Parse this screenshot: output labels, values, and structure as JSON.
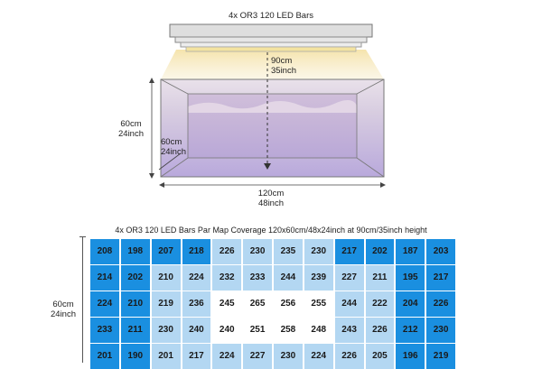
{
  "diagram": {
    "fixture_label": "4x OR3 120 LED Bars",
    "height_cm": "90cm",
    "height_in": "35inch",
    "tank_height_cm": "60cm",
    "tank_height_in": "24inch",
    "depth_cm": "60cm",
    "depth_in": "24inch",
    "width_cm": "120cm",
    "width_in": "48inch"
  },
  "par_map": {
    "title": "4x OR3 120 LED Bars Par Map Coverage 120x60cm/48x24inch at 90cm/35inch height",
    "side_label_cm": "60cm",
    "side_label_in": "24inch",
    "colors": {
      "high": "#ffffff",
      "mid": "#b3d7f2",
      "low": "#1a8fe0"
    },
    "rows": [
      [
        208,
        198,
        207,
        218,
        226,
        230,
        235,
        230,
        217,
        202,
        187,
        203
      ],
      [
        214,
        202,
        210,
        224,
        232,
        233,
        244,
        239,
        227,
        211,
        195,
        217
      ],
      [
        224,
        210,
        219,
        236,
        245,
        265,
        256,
        255,
        244,
        222,
        204,
        226
      ],
      [
        233,
        211,
        230,
        240,
        240,
        251,
        258,
        248,
        243,
        226,
        212,
        230
      ],
      [
        201,
        190,
        201,
        217,
        224,
        227,
        230,
        224,
        226,
        205,
        196,
        219
      ]
    ],
    "zones": [
      [
        "low",
        "low",
        "low",
        "low",
        "mid",
        "mid",
        "mid",
        "mid",
        "low",
        "low",
        "low",
        "low"
      ],
      [
        "low",
        "low",
        "mid",
        "mid",
        "mid",
        "mid",
        "mid",
        "mid",
        "mid",
        "mid",
        "low",
        "low"
      ],
      [
        "low",
        "low",
        "mid",
        "mid",
        "high",
        "high",
        "high",
        "high",
        "mid",
        "mid",
        "low",
        "low"
      ],
      [
        "low",
        "low",
        "mid",
        "mid",
        "high",
        "high",
        "high",
        "high",
        "mid",
        "mid",
        "low",
        "low"
      ],
      [
        "low",
        "low",
        "mid",
        "mid",
        "mid",
        "mid",
        "mid",
        "mid",
        "mid",
        "mid",
        "low",
        "low"
      ]
    ]
  }
}
